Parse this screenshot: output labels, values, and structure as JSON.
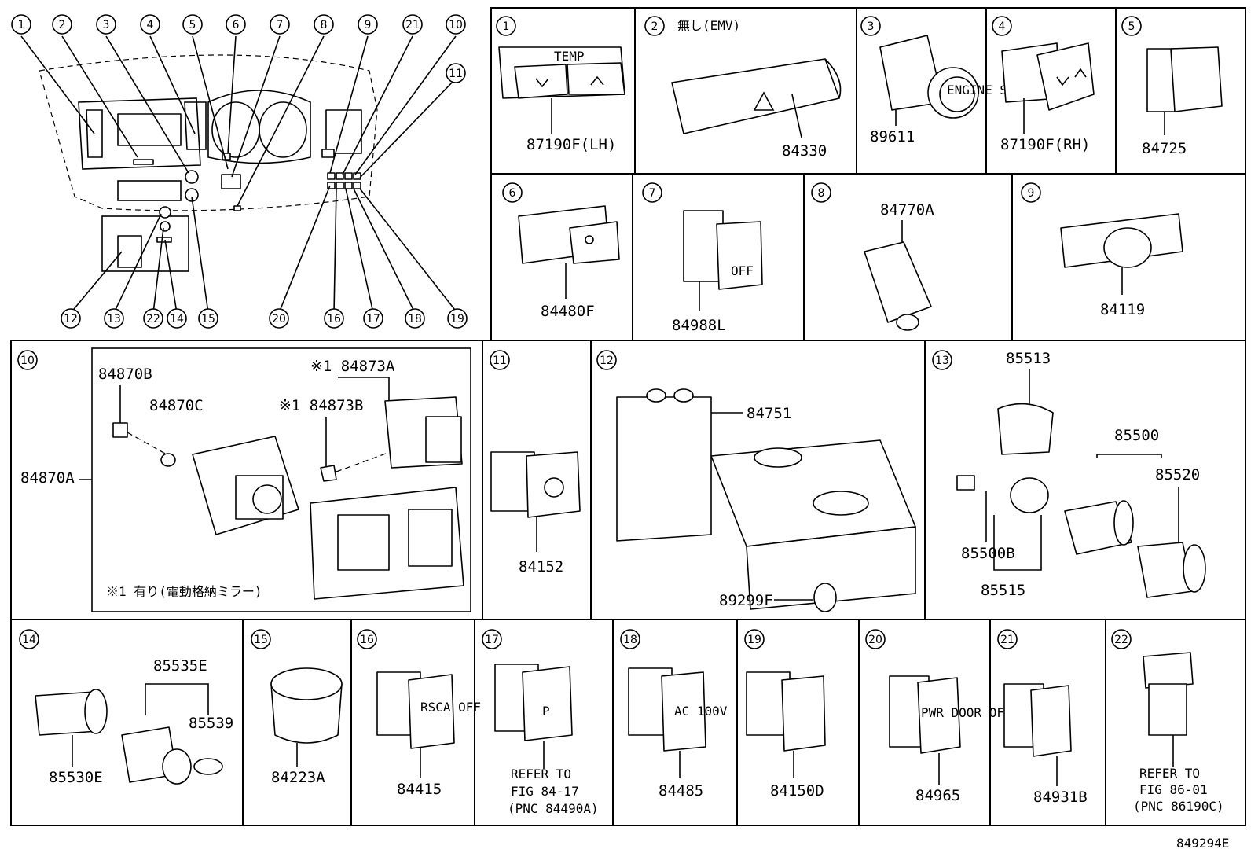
{
  "diagram_id": "849294E",
  "overview_callouts": [
    "1",
    "2",
    "3",
    "4",
    "5",
    "6",
    "7",
    "8",
    "9",
    "21",
    "10",
    "11",
    "12",
    "13",
    "22",
    "14",
    "15",
    "20",
    "16",
    "17",
    "18",
    "19"
  ],
  "cells": {
    "c1": {
      "num": "1",
      "parts": [
        "87190F(LH)"
      ],
      "badge": "TEMP"
    },
    "c2": {
      "num": "2",
      "note": "無し(EMV)",
      "parts": [
        "84330"
      ]
    },
    "c3": {
      "num": "3",
      "parts": [
        "89611"
      ],
      "badge": "ENGINE START STOP"
    },
    "c4": {
      "num": "4",
      "parts": [
        "87190F(RH)"
      ]
    },
    "c5": {
      "num": "5",
      "parts": [
        "84725"
      ]
    },
    "c6": {
      "num": "6",
      "parts": [
        "84480F"
      ]
    },
    "c7": {
      "num": "7",
      "parts": [
        "84988L"
      ],
      "badge": "OFF"
    },
    "c8": {
      "num": "8",
      "parts": [
        "84770A"
      ]
    },
    "c9": {
      "num": "9",
      "parts": [
        "84119"
      ]
    },
    "c10": {
      "num": "10",
      "parts": [
        "84870A",
        "84870B",
        "84870C",
        "※1 84873A",
        "※1 84873B"
      ],
      "footnote": "※1 有り(電動格納ミラー)"
    },
    "c11": {
      "num": "11",
      "parts": [
        "84152"
      ]
    },
    "c12": {
      "num": "12",
      "parts": [
        "84751",
        "89299F"
      ]
    },
    "c13": {
      "num": "13",
      "parts": [
        "85513",
        "85500",
        "85520",
        "85500B",
        "85515"
      ]
    },
    "c14": {
      "num": "14",
      "parts": [
        "85535E",
        "85539",
        "85530E"
      ]
    },
    "c15": {
      "num": "15",
      "parts": [
        "84223A"
      ]
    },
    "c16": {
      "num": "16",
      "parts": [
        "84415"
      ],
      "badge": "RSCA OFF"
    },
    "c17": {
      "num": "17",
      "refer": [
        "REFER TO",
        "FIG 84-17",
        "(PNC 84490A)"
      ]
    },
    "c18": {
      "num": "18",
      "parts": [
        "84485"
      ],
      "badge": "AC 100V"
    },
    "c19": {
      "num": "19",
      "parts": [
        "84150D"
      ]
    },
    "c20": {
      "num": "20",
      "parts": [
        "84965"
      ],
      "badge": "PWR DOOR OFF"
    },
    "c21": {
      "num": "21",
      "parts": [
        "84931B"
      ]
    },
    "c22": {
      "num": "22",
      "refer": [
        "REFER TO",
        "FIG 86-01",
        "(PNC 86190C)"
      ]
    }
  }
}
